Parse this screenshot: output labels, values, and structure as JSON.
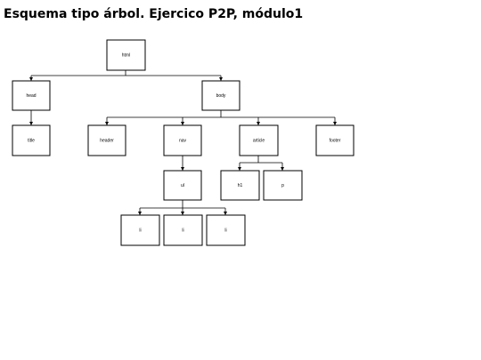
{
  "title": "Esquema tipo árbol. Ejercico P2P, módulo1",
  "nodes": {
    "html": "html",
    "head": "head",
    "body": "body",
    "title": "title",
    "header": "header",
    "nav": "nav",
    "article": "article",
    "footer": "footer",
    "ul": "ul",
    "h1": "h1",
    "p": "p",
    "li1": "li",
    "li2": "li",
    "li3": "li"
  }
}
